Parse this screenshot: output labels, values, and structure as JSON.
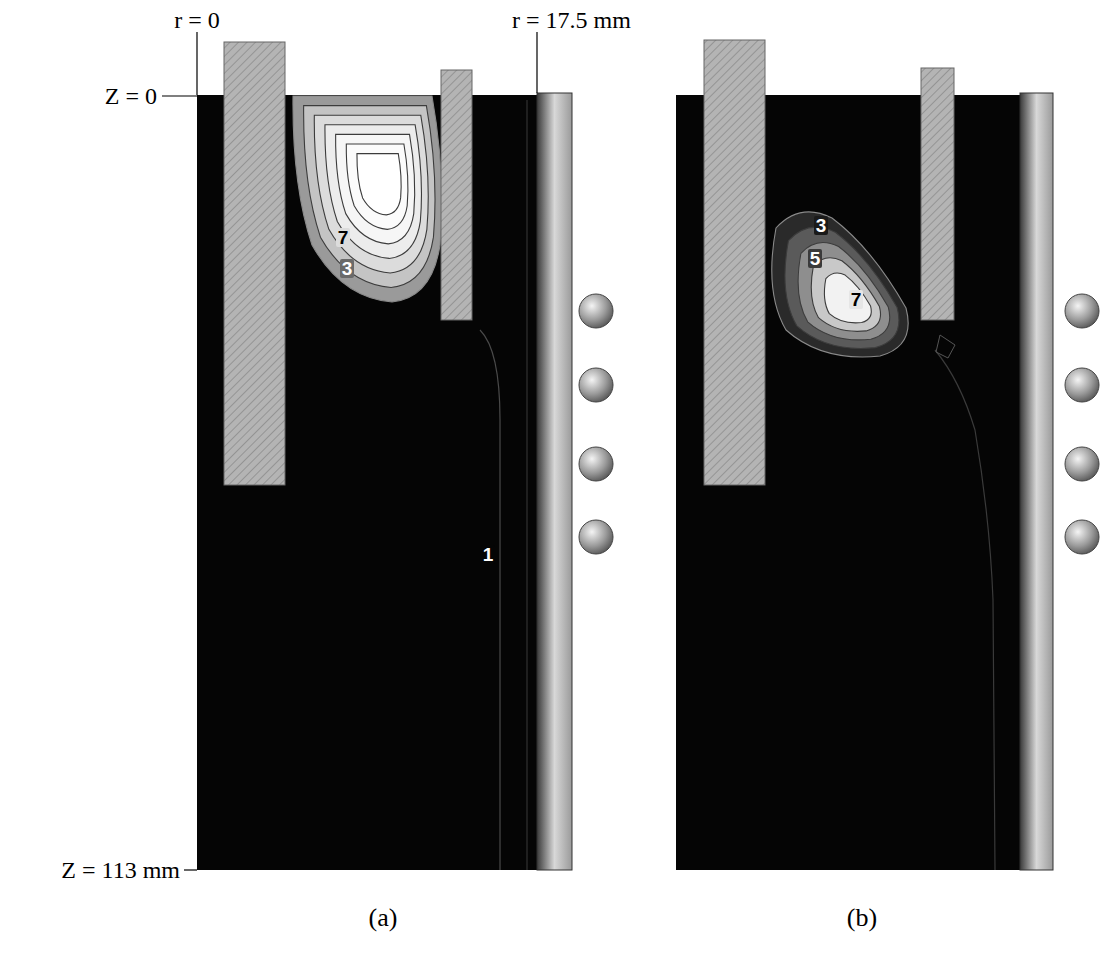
{
  "diagram": {
    "labels": [
      "r = 0",
      "r = 17.5 mm",
      "Z = 0",
      "Z = 113 mm",
      "7",
      "3",
      "1",
      "3",
      "5",
      "7",
      "(a)",
      "(b)"
    ]
  }
}
